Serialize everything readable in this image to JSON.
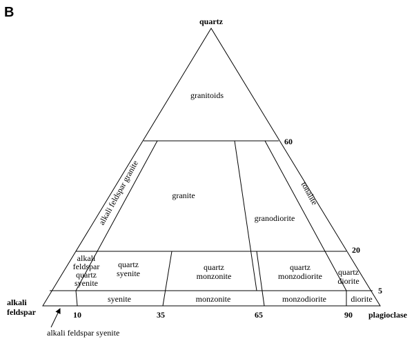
{
  "panel_label": "B",
  "vertices": {
    "top": "quartz",
    "left": [
      "alkali",
      "feldspar"
    ],
    "right": "plagioclase"
  },
  "ticks": {
    "q60": "60",
    "q20": "20",
    "q5": "5",
    "p10": "10",
    "p35": "35",
    "p65": "65",
    "p90": "90"
  },
  "fields": {
    "granitoids": "granitoids",
    "alkali_feldspar_granite": "alkali feldspar granite",
    "granite": "granite",
    "granodiorite": "granodiorite",
    "tonalite": "tonalite",
    "alkali_feldspar_quartz_syenite": [
      "alkali",
      "feldspar",
      "quartz",
      "syenite"
    ],
    "quartz_syenite": [
      "quartz",
      "syenite"
    ],
    "quartz_monzonite": [
      "quartz",
      "monzonite"
    ],
    "quartz_monzodiorite": [
      "quartz",
      "monzodiorite"
    ],
    "quartz_diorite": [
      "quartz",
      "diorite"
    ],
    "syenite": "syenite",
    "monzonite": "monzonite",
    "monzodiorite": "monzodiorite",
    "diorite": "diorite",
    "alkali_feldspar_syenite": "alkali feldspar syenite"
  }
}
